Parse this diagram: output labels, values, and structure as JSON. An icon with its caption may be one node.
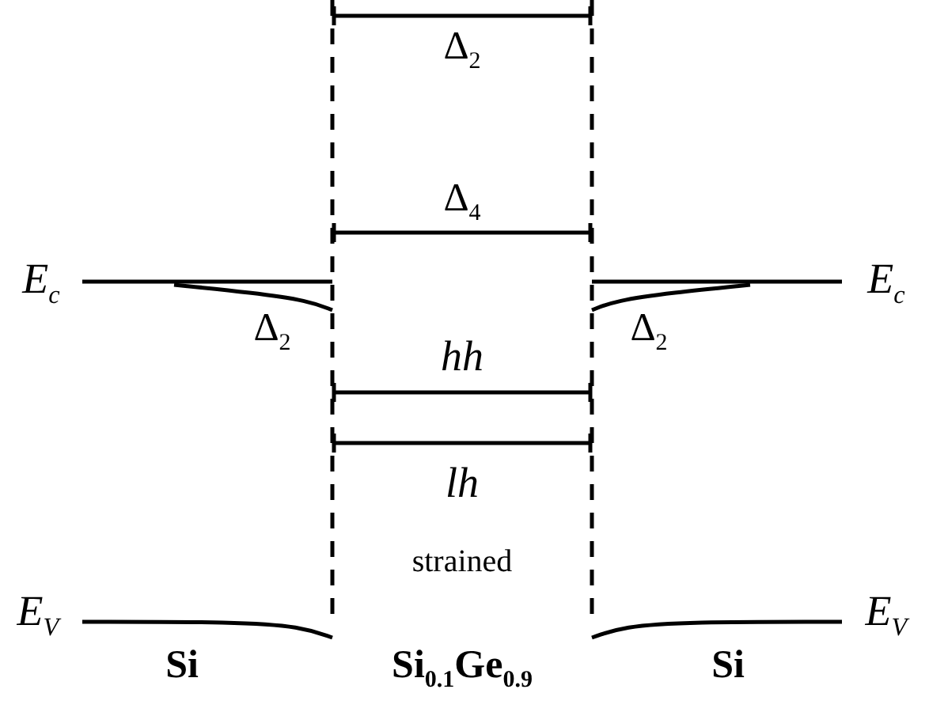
{
  "diagram": {
    "labels": [
      "Δ$_{2}$",
      "Δ$_{4}$",
      "E$_{c}$",
      "E$_{c}$",
      "Δ$_{2}$",
      "Δ$_{2}$",
      "hh",
      "lh",
      "strained",
      "E$_{V}$",
      "E$_{V}$",
      "Si",
      "Si$_{0.1}$Ge$_{0.9}$",
      "Si"
    ]
  }
}
